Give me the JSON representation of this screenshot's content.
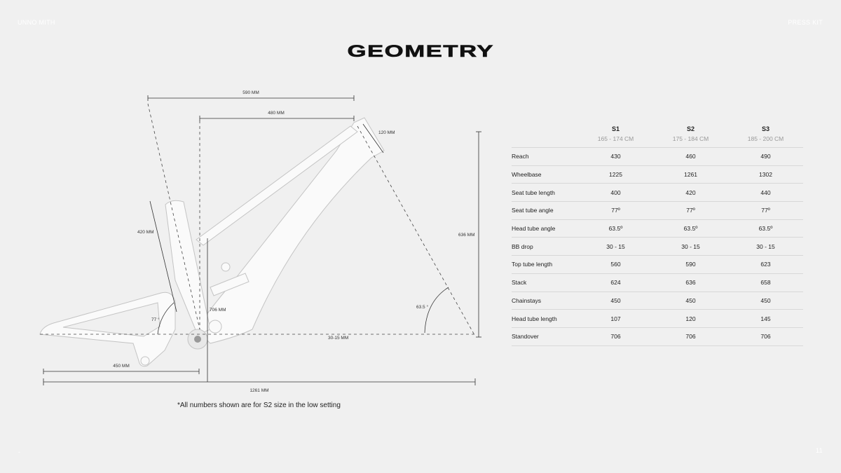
{
  "header": {
    "brand": "UNNO MITH",
    "section": "PRESS KIT"
  },
  "footer": {
    "left_mark": "-",
    "page_number": "11"
  },
  "title": "GEOMETRY",
  "diagram": {
    "labels": {
      "top_tube": "590 MM",
      "reach": "480 MM",
      "head_tube": "120 MM",
      "stack": "636 MM",
      "seat_tube": "420 MM",
      "head_angle": "63.5 °",
      "seat_angle": "77 °",
      "standover": "706 MM",
      "bb_drop": "30-15 MM",
      "chainstay": "450 MM",
      "wheelbase": "1261 MM"
    },
    "note": "*All numbers shown are for S2 size in the low setting"
  },
  "table": {
    "sizes": [
      {
        "name": "S1",
        "range": "165 - 174 CM"
      },
      {
        "name": "S2",
        "range": "175 - 184 CM"
      },
      {
        "name": "S3",
        "range": "185 - 200 CM"
      }
    ],
    "rows": [
      {
        "label": "Reach",
        "values": [
          "430",
          "460",
          "490"
        ]
      },
      {
        "label": "Wheelbase",
        "values": [
          "1225",
          "1261",
          "1302"
        ]
      },
      {
        "label": "Seat tube length",
        "values": [
          "400",
          "420",
          "440"
        ]
      },
      {
        "label": "Seat tube angle",
        "values": [
          "77º",
          "77º",
          "77º"
        ]
      },
      {
        "label": "Head tube angle",
        "values": [
          "63.5º",
          "63.5º",
          "63.5º"
        ]
      },
      {
        "label": "BB drop",
        "values": [
          "30 - 15",
          "30 - 15",
          "30 - 15"
        ]
      },
      {
        "label": "Top tube length",
        "values": [
          "560",
          "590",
          "623"
        ]
      },
      {
        "label": "Stack",
        "values": [
          "624",
          "636",
          "658"
        ]
      },
      {
        "label": "Chainstays",
        "values": [
          "450",
          "450",
          "450"
        ]
      },
      {
        "label": "Head tube length",
        "values": [
          "107",
          "120",
          "145"
        ]
      },
      {
        "label": "Standover",
        "values": [
          "706",
          "706",
          "706"
        ]
      }
    ]
  }
}
